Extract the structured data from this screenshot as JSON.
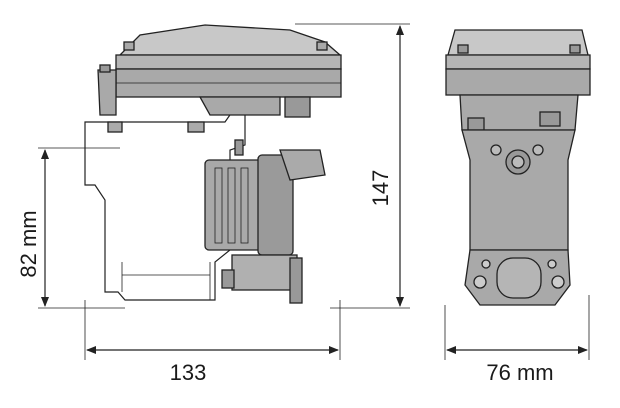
{
  "dimensions": {
    "height_total": "147",
    "height_partial": "82 mm",
    "width_side": "133",
    "width_front": "76 mm"
  },
  "colors": {
    "body": "#a9a9a9",
    "body_light": "#c8c8c8",
    "body_dark": "#7d7d7d",
    "line": "#222222"
  }
}
